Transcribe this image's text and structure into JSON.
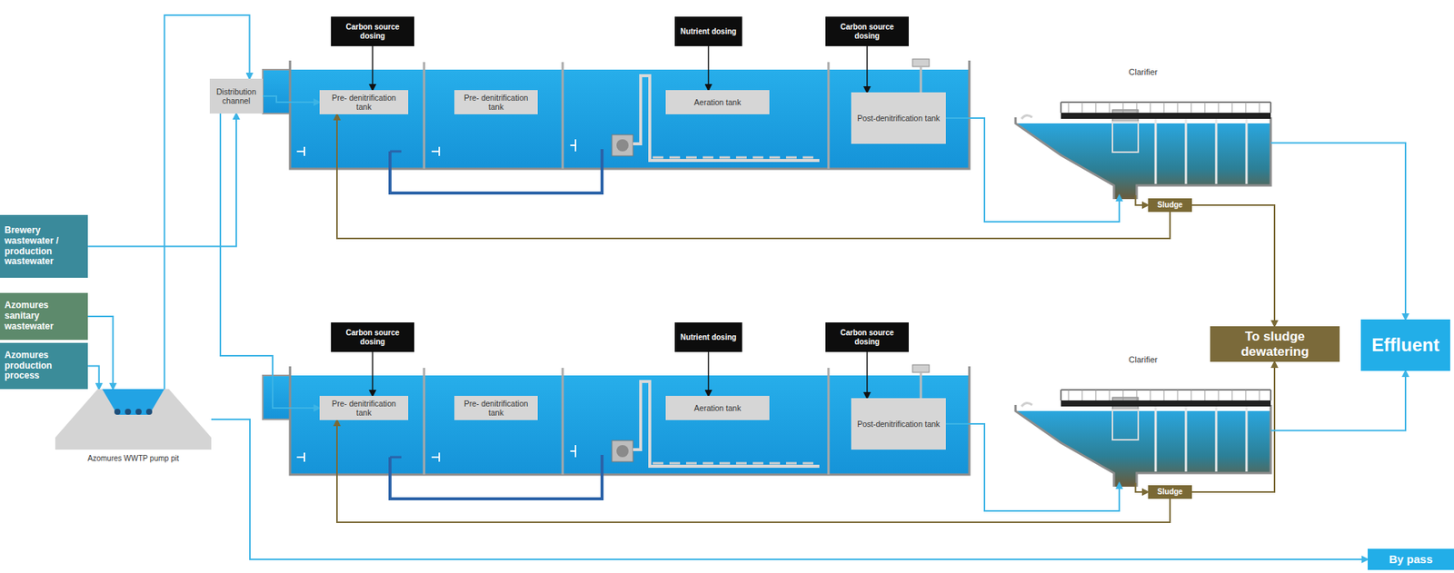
{
  "diagram": {
    "nodes": [
      {
        "text": [
          "Brewery wastewater / production wastewater"
        ]
      },
      {
        "text": [
          "Azomures sanitary wastewater"
        ]
      },
      {
        "text": [
          "Azomures production process"
        ]
      },
      {
        "text": [
          "Azomures WWTP pump pit"
        ]
      },
      {
        "text": [
          "Distribution channel"
        ]
      },
      {
        "text": [
          "Carbon source dosing"
        ]
      },
      {
        "text": [
          "Pre- denitrification tank"
        ]
      },
      {
        "text": [
          "Pre- denitrification tank"
        ]
      },
      {
        "text": [
          "Nutrient dosing"
        ]
      },
      {
        "text": [
          "Aeration tank"
        ]
      },
      {
        "text": [
          "Carbon source dosing"
        ]
      },
      {
        "text": [
          "Post-denitrification tank"
        ]
      },
      {
        "text": [
          "Clarifier"
        ]
      },
      {
        "text": [
          "Sludge"
        ]
      },
      {
        "text": [
          "Carbon source dosing"
        ]
      },
      {
        "text": [
          "Pre- denitrification tank"
        ]
      },
      {
        "text": [
          "Pre- denitrification tank"
        ]
      },
      {
        "text": [
          "Nutrient dosing"
        ]
      },
      {
        "text": [
          "Aeration tank"
        ]
      },
      {
        "text": [
          "Carbon source dosing"
        ]
      },
      {
        "text": [
          "Post-denitrification tank"
        ]
      },
      {
        "text": [
          "Clarifier"
        ]
      },
      {
        "text": [
          "Sludge"
        ]
      },
      {
        "text": [
          "To sludge dewatering"
        ]
      },
      {
        "text": [
          "Effluent"
        ]
      },
      {
        "text": [
          "By pass"
        ]
      }
    ],
    "edges": [
      {
        "from": 0,
        "to": 4,
        "arrow": "to"
      },
      {
        "from": 1,
        "to": 3,
        "arrow": "to"
      },
      {
        "from": 2,
        "to": 3,
        "arrow": "to"
      },
      {
        "from": 3,
        "to": 4,
        "arrow": "to"
      },
      {
        "from": 4,
        "to": 6,
        "arrow": "to"
      },
      {
        "from": 4,
        "to": 15,
        "arrow": "to"
      },
      {
        "from": 3,
        "to": 25,
        "arrow": "to"
      },
      {
        "from": 5,
        "to": 6,
        "arrow": "to"
      },
      {
        "from": 8,
        "to": 9,
        "arrow": "to"
      },
      {
        "from": 10,
        "to": 11,
        "arrow": "to"
      },
      {
        "from": 11,
        "to": 12,
        "arrow": "to"
      },
      {
        "from": 12,
        "to": 13,
        "arrow": "to"
      },
      {
        "from": 13,
        "to": 23,
        "arrow": "to"
      },
      {
        "from": 13,
        "to": 6,
        "arrow": "to"
      },
      {
        "from": 12,
        "to": 24,
        "arrow": "to"
      },
      {
        "from": 14,
        "to": 15,
        "arrow": "to"
      },
      {
        "from": 17,
        "to": 18,
        "arrow": "to"
      },
      {
        "from": 19,
        "to": 20,
        "arrow": "to"
      },
      {
        "from": 20,
        "to": 21,
        "arrow": "to"
      },
      {
        "from": 21,
        "to": 22,
        "arrow": "to"
      },
      {
        "from": 22,
        "to": 23,
        "arrow": "to"
      },
      {
        "from": 22,
        "to": 15,
        "arrow": "to"
      },
      {
        "from": 21,
        "to": 24,
        "arrow": "to"
      }
    ]
  }
}
